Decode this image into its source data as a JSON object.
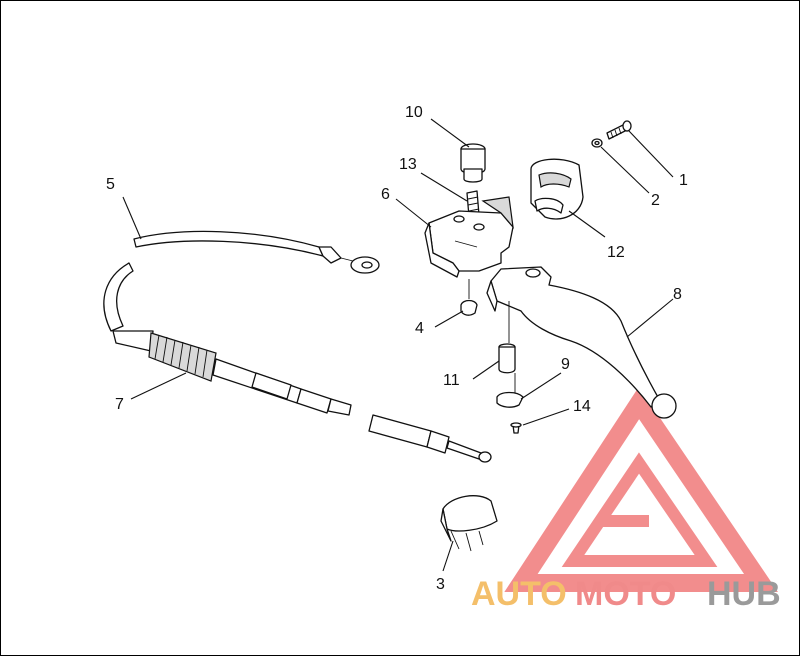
{
  "callouts": [
    {
      "id": "c1",
      "label": "1"
    },
    {
      "id": "c2",
      "label": "2"
    },
    {
      "id": "c3",
      "label": "3"
    },
    {
      "id": "c4",
      "label": "4"
    },
    {
      "id": "c5",
      "label": "5"
    },
    {
      "id": "c6",
      "label": "6"
    },
    {
      "id": "c7",
      "label": "7"
    },
    {
      "id": "c8",
      "label": "8"
    },
    {
      "id": "c9",
      "label": "9"
    },
    {
      "id": "c10",
      "label": "10"
    },
    {
      "id": "c11",
      "label": "11"
    },
    {
      "id": "c12",
      "label": "12"
    },
    {
      "id": "c13",
      "label": "13"
    },
    {
      "id": "c14",
      "label": "14"
    }
  ],
  "watermark": {
    "text_auto": "AUTO",
    "text_moto": "MOTO",
    "text_hub": "HUB",
    "colors": {
      "auto": "#f4bf6a",
      "moto": "#f08a8a",
      "hub": "#9a9a9a",
      "logo": "#f07a7a"
    }
  }
}
